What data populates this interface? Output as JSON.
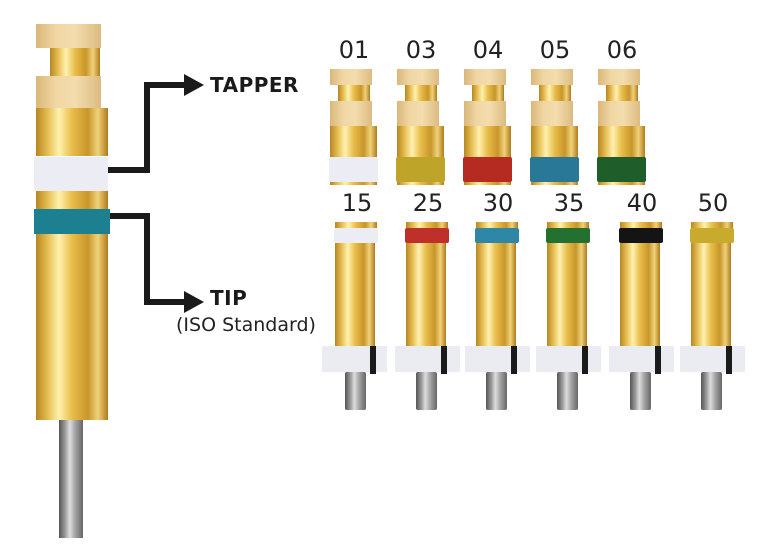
{
  "callouts": {
    "tapper": "TAPPER",
    "tip": "TIP",
    "tip_sub": "(ISO Standard)"
  },
  "tappers": [
    {
      "label": "01",
      "color": "#ececf4"
    },
    {
      "label": "03",
      "color": "#bfa42a"
    },
    {
      "label": "04",
      "color": "#b52b22"
    },
    {
      "label": "05",
      "color": "#2a7898"
    },
    {
      "label": "06",
      "color": "#1f5e2a"
    }
  ],
  "tips": [
    {
      "label": "15",
      "color": "#ececf4"
    },
    {
      "label": "25",
      "color": "#c0302a"
    },
    {
      "label": "30",
      "color": "#2f87a8"
    },
    {
      "label": "35",
      "color": "#237030"
    },
    {
      "label": "40",
      "color": "#141414"
    },
    {
      "label": "50",
      "color": "#c8ab2c"
    }
  ],
  "main_instrument": {
    "tapper_color": "#ececf4",
    "tip_color": "#1d8090"
  }
}
